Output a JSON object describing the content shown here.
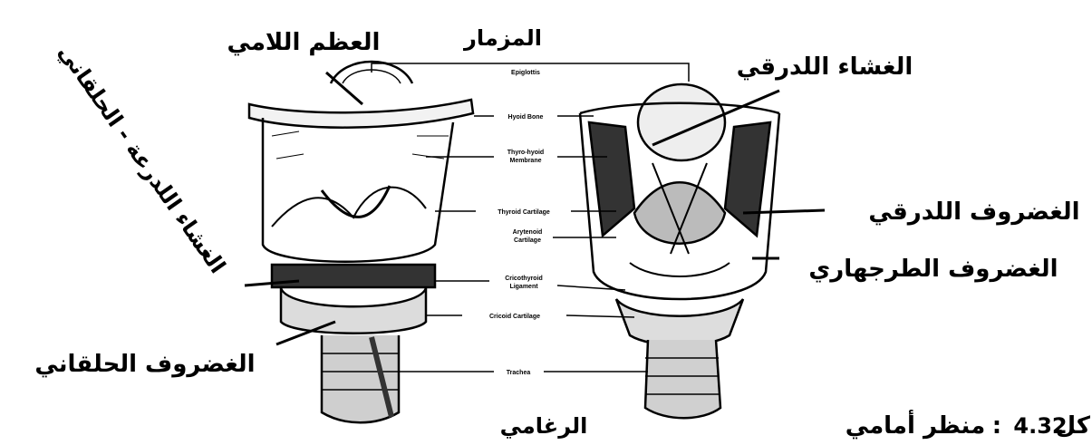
{
  "arabic_labels": {
    "hyoid_bone": "العظم اللامي",
    "epiglottis": "المزمار",
    "epiglottic_membrane": "الغشاء اللدرقي",
    "cricothyroid_membrane": "الغشاء اللدرعة - الحلقاني",
    "thyroid_cartilage": "الغضروف اللدرقي",
    "arytenoid_cartilage": "الغضروف الطرجهاري",
    "cricoid_cartilage": "الغضروف الحلقاني",
    "trachea": "الرغامي"
  },
  "english_labels": {
    "epiglottis": "Epiglottis",
    "hyoid_bone": "Hyoid Bone",
    "thyrohyoid_membrane_1": "Thyro-hyoid",
    "thyrohyoid_membrane_2": "Membrane",
    "thyroid_cartilage": "Thyroid Cartilage",
    "arytenoid_cartilage_1": "Arytenoid",
    "arytenoid_cartilage_2": "Cartilage",
    "cricothyroid_ligament_1": "Cricothyroid",
    "cricothyroid_ligament_2": "Ligament",
    "cricoid_cartilage": "Cricoid Cartilage",
    "trachea": "Trachea"
  },
  "caption": {
    "prefix": "كل",
    "number": "4.32",
    "sep": ":",
    "text": "منظر أمامي"
  }
}
